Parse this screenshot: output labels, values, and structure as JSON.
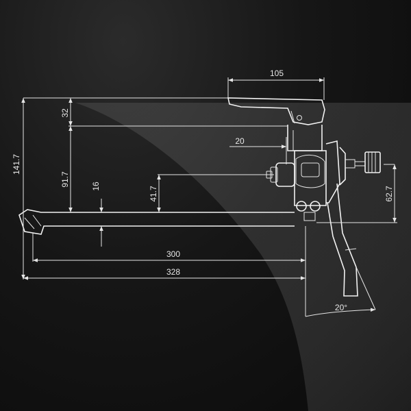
{
  "dimensions": {
    "handle_length": "105",
    "handle_height": "32",
    "cartridge_offset": "20",
    "total_height": "141.7",
    "spout_to_handle": "91.7",
    "spout_thickness": "16",
    "spout_to_inlet": "41.7",
    "inlet_height": "62.7",
    "spout_reach": "300",
    "total_reach": "328",
    "spout_angle": "20°"
  },
  "colors": {
    "background": "#0d0d0d",
    "lines": "#e6e6e6",
    "highlight": "#8a8a8a"
  }
}
